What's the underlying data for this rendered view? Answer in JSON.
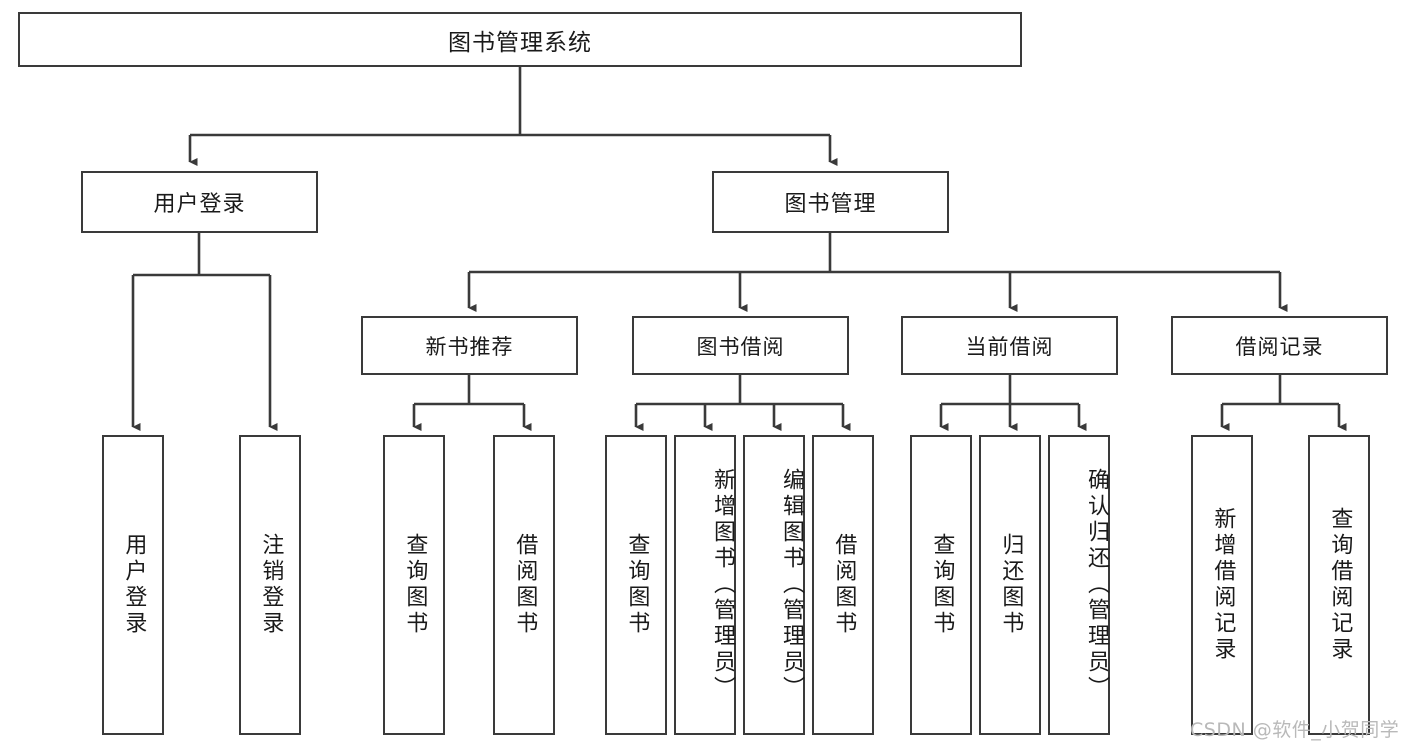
{
  "diagram": {
    "title": "图书管理系统",
    "watermark": "CSDN @软件_小贺同学",
    "line_color": "#3a3a3a",
    "text_color": "#1a1a1a",
    "background": "#ffffff",
    "nodes": {
      "root": "图书管理系统",
      "level2": {
        "user_login": "用户登录",
        "book_manage": "图书管理"
      },
      "level3": {
        "new_book_recommend": "新书推荐",
        "book_borrow": "图书借阅",
        "current_borrow": "当前借阅",
        "borrow_record": "借阅记录"
      },
      "leaves": {
        "user_login_1": "用户登录",
        "user_login_2": "注销登录",
        "recommend_1": "查询图书",
        "recommend_2": "借阅图书",
        "borrow_1": "查询图书",
        "borrow_2": "新增图书（管理员）",
        "borrow_3": "编辑图书（管理员）",
        "borrow_4": "借阅图书",
        "current_1": "查询图书",
        "current_2": "归还图书",
        "current_3": "确认归还（管理员）",
        "record_1": "新增借阅记录",
        "record_2": "查询借阅记录"
      }
    }
  }
}
